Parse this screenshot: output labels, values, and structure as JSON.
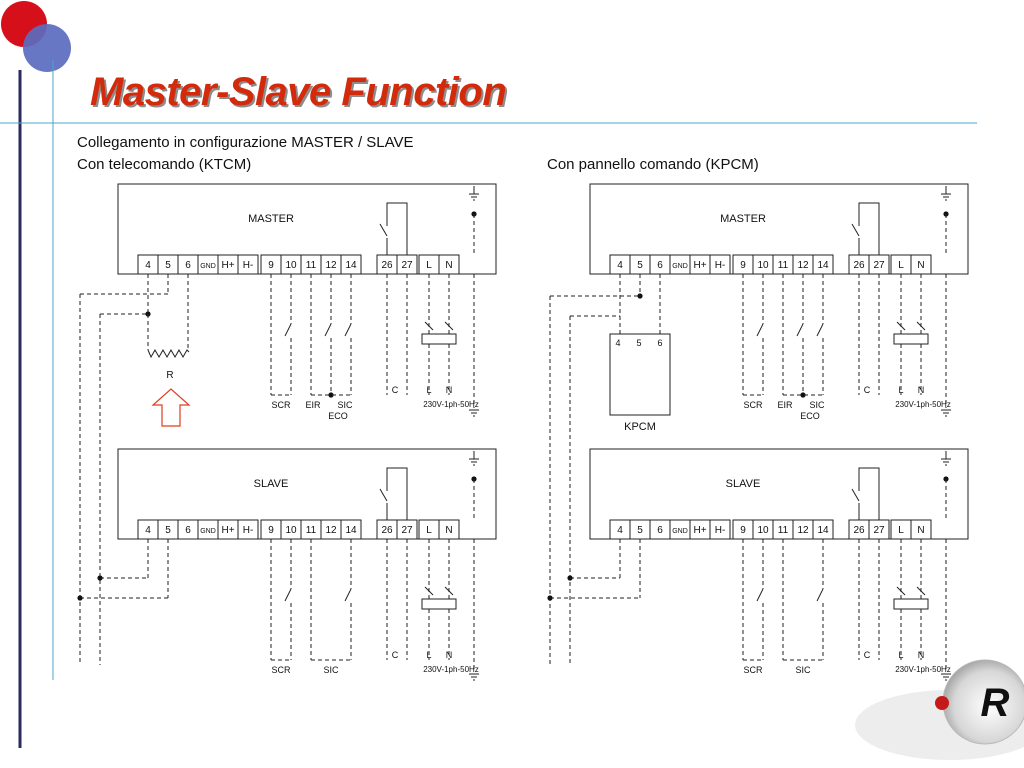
{
  "slide": {
    "title": "Master-Slave Function",
    "heading_line1": "Collegamento in configurazione MASTER / SLAVE",
    "heading_left": "Con telecomando (KTCM)",
    "heading_right": "Con pannello comando (KPCM)"
  },
  "terminal_labels": [
    "4",
    "5",
    "6",
    "GND",
    "H+",
    "H-",
    "9",
    "10",
    "11",
    "12",
    "14",
    "26",
    "27",
    "L",
    "N"
  ],
  "unit_labels": {
    "master": "MASTER",
    "slave": "SLAVE"
  },
  "wire_labels": {
    "scr": "SCR",
    "eir": "EIR",
    "sic": "SIC",
    "eco": "ECO",
    "c": "C",
    "l": "L",
    "n": "N",
    "power": "230V-1ph-50Hz"
  },
  "resistor_label": "R",
  "kpcm": {
    "name": "KPCM",
    "terminals": [
      "4",
      "5",
      "6"
    ]
  },
  "colors": {
    "title": "#d42a0c",
    "arrow": "#e03c1e",
    "accent_blue": "#4aa6cf",
    "dot_red": "#d5101a",
    "dot_blue": "#5b6bbf",
    "logo": "#1a3aa0"
  }
}
